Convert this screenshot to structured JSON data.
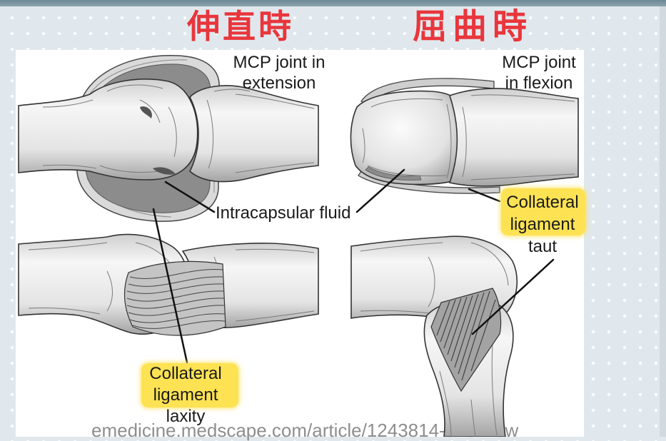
{
  "headers": {
    "extension": "伸直時",
    "flexion": "屈曲時"
  },
  "panels": {
    "extension": {
      "title": [
        "MCP joint in",
        "extension"
      ],
      "ligament_label": [
        "Collateral",
        "ligament",
        "laxity"
      ]
    },
    "flexion": {
      "title": [
        "MCP joint",
        "in flexion"
      ],
      "ligament_label": [
        "Collateral",
        "ligament",
        "taut"
      ]
    }
  },
  "fluid_label": "Intracapsular fluid",
  "source": "emedicine.medscape.com/article/1243814-overview",
  "colors": {
    "header": "#e8363c",
    "highlight": "#fde253",
    "fluid": "#8c8c8c",
    "leader_line": "#111111",
    "label_text": "#1a1a1a",
    "source_text": "#8e8e8e",
    "slide_background": "#e1e8ed"
  }
}
